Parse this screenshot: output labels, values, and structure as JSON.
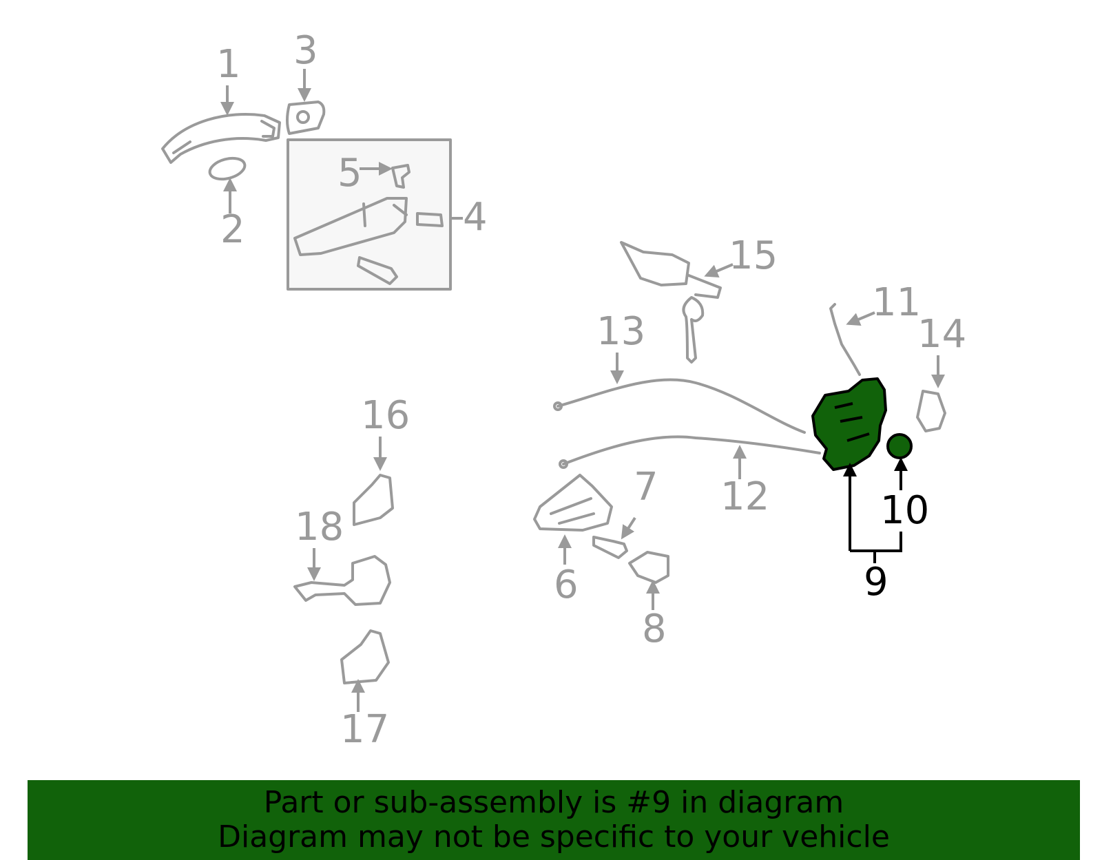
{
  "labels": {
    "p1": "1",
    "p2": "2",
    "p3": "3",
    "p4": "4",
    "p5": "5",
    "p6": "6",
    "p7": "7",
    "p8": "8",
    "p9": "9",
    "p10": "10",
    "p11": "11",
    "p12": "12",
    "p13": "13",
    "p14": "14",
    "p15": "15",
    "p16": "16",
    "p17": "17",
    "p18": "18"
  },
  "highlight_part": "9",
  "colors": {
    "part_line": "#9a9a9a",
    "highlight_fill": "#11620a",
    "banner_bg": "#11620a"
  },
  "banner": {
    "line1": "Part or sub-assembly is #9 in diagram",
    "line2": "Diagram may not be specific to your vehicle"
  }
}
